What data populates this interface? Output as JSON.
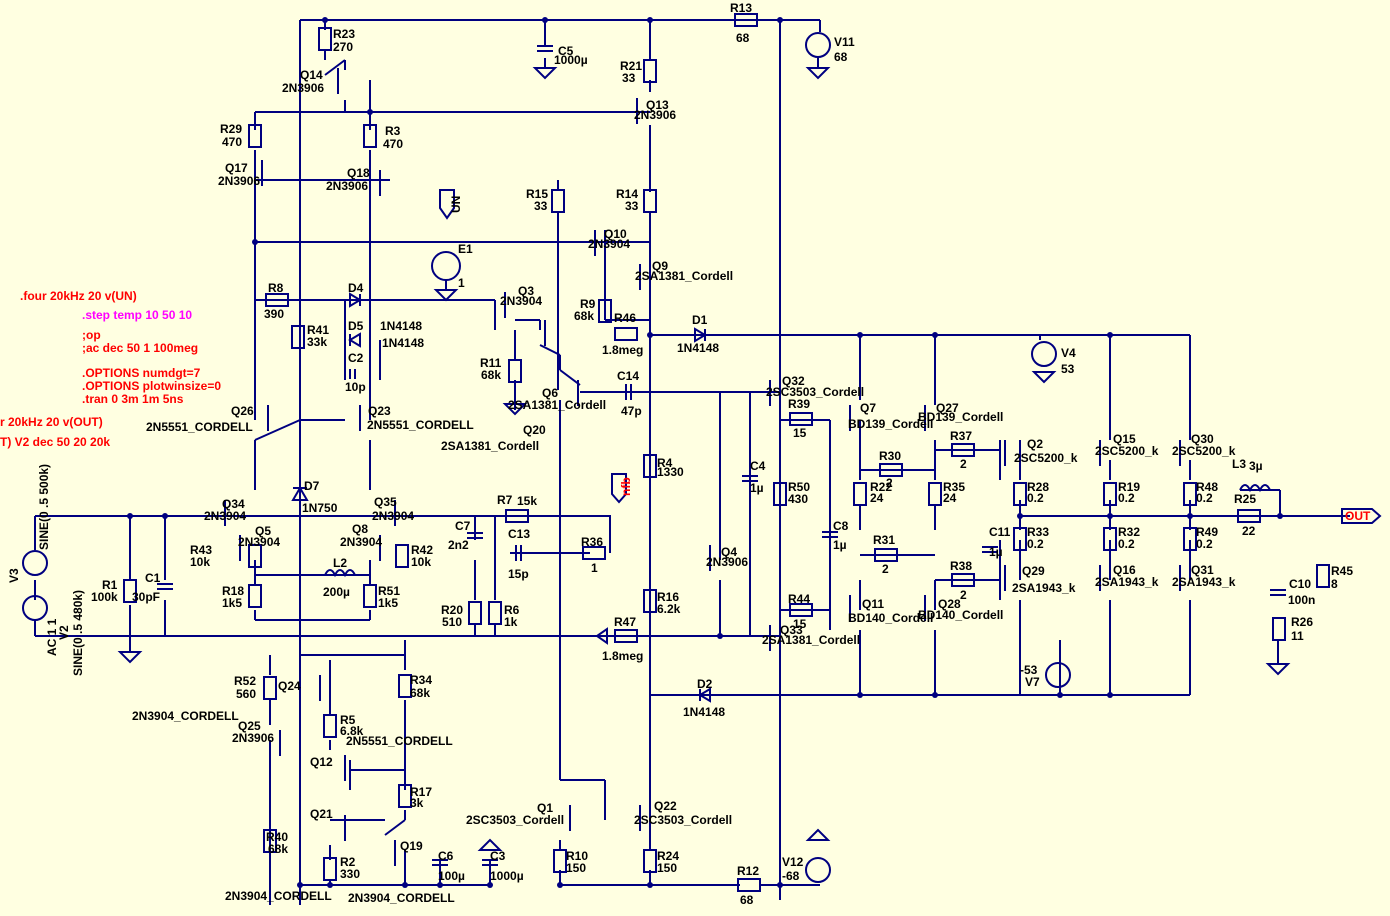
{
  "directives": [
    {
      "id": "four",
      "text": ".four 20kHz 20 v(UN)",
      "color": "#ff0000"
    },
    {
      "id": "step",
      "text": ".step temp 10 50 10",
      "color": "#ff00ff"
    },
    {
      "id": "op",
      "text": ";op",
      "color": "#ff0000"
    },
    {
      "id": "ac",
      "text": ";ac dec 50 1 100meg",
      "color": "#ff0000"
    },
    {
      "id": "opt1",
      "text": ".OPTIONS numdgt=7",
      "color": "#ff0000"
    },
    {
      "id": "opt2",
      "text": ".OPTIONS plotwinsize=0",
      "color": "#ff0000"
    },
    {
      "id": "tran",
      "text": ".tran 0 3m 1m 5ns",
      "color": "#ff0000"
    },
    {
      "id": "four2",
      "text": "r 20kHz 20 v(OUT)",
      "color": "#ff0000"
    },
    {
      "id": "ac2",
      "text": "T) V2 dec 50 20 20k",
      "color": "#ff0000"
    }
  ],
  "labels": {
    "R23": "R23",
    "R23v": "270",
    "Q14": "Q14",
    "Q14v": "2N3906",
    "R29": "R29",
    "R29v": "470",
    "Q17": "Q17",
    "Q17v": "2N3906",
    "R3": "R3",
    "R3v": "470",
    "Q18": "Q18",
    "Q18v": "2N3906",
    "C5": "C5",
    "C5v": "1000µ",
    "R21": "R21",
    "R21v": "33",
    "Q13": "Q13",
    "Q13v": "2N3906",
    "R13": "R13",
    "R13v": "68",
    "V11": "V11",
    "V11v": "68",
    "R15": "R15",
    "R15v": "33",
    "R14": "R14",
    "R14v": "33",
    "Q10": "Q10",
    "Q10v": "2N3904",
    "Q9": "Q9",
    "Q9v": "2SA1381_Cordell",
    "UN": "UN",
    "E1": "E1",
    "E1v": "1",
    "R8": "R8",
    "R8v": "390",
    "D4": "D4",
    "D4v": "1N4148",
    "D5": "D5",
    "D5v": "1N4148",
    "C2": "C2",
    "C2v": "10p",
    "R41": "R41",
    "R41v": "33k",
    "Q3": "Q3",
    "Q3v": "2N3904",
    "R9": "R9",
    "R9v": "68k",
    "R46": "R46",
    "R46v": "1.8meg",
    "D1": "D1",
    "D1v": "1N4148",
    "V4": "V4",
    "V4v": "53",
    "R11": "R11",
    "R11v": "68k",
    "Q6": "Q6",
    "Q6v": "2SA1381_Cordell",
    "C14": "C14",
    "C14v": "47p",
    "Q32": "Q32",
    "Q32v": "2SC3503_Cordell",
    "R39": "R39",
    "R39v": "15",
    "Q7": "Q7",
    "Q7v": "BD139_Cordell",
    "Q27": "Q27",
    "Q27v": "BD139_Cordell",
    "R37": "R37",
    "R37v": "2",
    "Q2": "Q2",
    "Q2v": "2SC5200_k",
    "Q15": "Q15",
    "Q15v": "2SC5200_k",
    "Q30": "Q30",
    "Q30v": "2SC5200_k",
    "Q26": "Q26",
    "Q26v": "2N5551_CORDELL",
    "Q23": "Q23",
    "Q23v": "2N5551_CORDELL",
    "Q20": "Q20",
    "Q20v": "2SA1381_Cordell",
    "R4": "R4",
    "R4v": "1330",
    "C4": "C4",
    "C4v": "1µ",
    "R50": "R50",
    "R50v": "430",
    "R30": "R30",
    "R30v": "2",
    "R22": "R22",
    "R22v": "24",
    "R35": "R35",
    "R35v": "24",
    "R28": "R28",
    "R28v": "0.2",
    "R19": "R19",
    "R19v": "0.2",
    "R48": "R48",
    "R48v": "0.2",
    "L3": "L3",
    "L3v": "3µ",
    "R25": "R25",
    "R25v": "22",
    "OUT": "OUT",
    "D7": "D7",
    "D7v": "1N750",
    "Q34": "Q34",
    "Q34v": "2N3904",
    "Q35": "Q35",
    "Q35v": "2N3904",
    "Q5": "Q5",
    "Q5v": "2N3904",
    "Q8": "Q8",
    "Q8v": "2N3904",
    "R7": "R7",
    "R7v": "15k",
    "nfb": "nfb",
    "C7": "C7",
    "C7v": "2n2",
    "C13": "C13",
    "C13v": "15p",
    "R36": "R36",
    "R36v": "1",
    "Q4": "Q4",
    "Q4v": "2N3906",
    "C8": "C8",
    "C8v": "1µ",
    "R31": "R31",
    "R31v": "2",
    "C11": "C11",
    "C11v": "1µ",
    "R33": "R33",
    "R33v": "0.2",
    "R32": "R32",
    "R32v": "0.2",
    "R49": "R49",
    "R49v": "0.2",
    "R38": "R38",
    "R38v": "2",
    "Q29": "Q29",
    "Q29v": "2SA1943_k",
    "Q16": "Q16",
    "Q16v": "2SA1943_k",
    "Q31": "Q31",
    "Q31v": "2SA1943_k",
    "R45": "R45",
    "R45v": "8",
    "V3": "V3",
    "V3v": "SINE(0 .5 500k)",
    "R43": "R43",
    "R43v": "10k",
    "R42": "R42",
    "R42v": "10k",
    "R1": "R1",
    "R1v": "100k",
    "C1": "C1",
    "C1v": "30pF",
    "R18": "R18",
    "R18v": "1k5",
    "L2": "L2",
    "L2v": "200µ",
    "R51": "R51",
    "R51v": "1k5",
    "R20": "R20",
    "R20v": "510",
    "R6": "R6",
    "R6v": "1k",
    "R16": "R16",
    "R16v": "6.2k",
    "R44": "R44",
    "R44v": "15",
    "Q11": "Q11",
    "Q11v": "BD140_Cordell",
    "Q28": "Q28",
    "Q28v": "BD140_Cordell",
    "Q33": "Q33",
    "Q33v": "2SA1381_Cordell",
    "R47": "R47",
    "R47v": "1.8meg",
    "C10": "C10",
    "C10v": "100n",
    "R26": "R26",
    "R26v": "11",
    "V2": "V2",
    "V2v": "SINE(0 .5 480k)",
    "AC": "AC 1 1",
    "V7": "V7",
    "V7v": "-53",
    "R52": "R52",
    "R52v": "560",
    "Q24": "Q24",
    "Q24v": "2N3904_CORDELL",
    "Q25": "Q25",
    "Q25v": "2N3906",
    "R34": "R34",
    "R34v": "68k",
    "R5": "R5",
    "R5v": "6.8k",
    "Q12": "Q12",
    "Q12v": "2N5551_CORDELL",
    "D2": "D2",
    "D2v": "1N4148",
    "R17": "R17",
    "R17v": "3k",
    "Q21": "Q21",
    "Q19": "Q19",
    "R40": "R40",
    "R40v": "68k",
    "R2": "R2",
    "R2v": "330",
    "C6": "C6",
    "C6v": "100µ",
    "C3": "C3",
    "C3v": "1000µ",
    "Q1": "Q1",
    "Q1v": "2SC3503_Cordell",
    "Q22": "Q22",
    "Q22v": "2SC3503_Cordell",
    "R10": "R10",
    "R10v": "150",
    "R24": "R24",
    "R24v": "150",
    "R12": "R12",
    "R12v": "68",
    "V12": "V12",
    "V12v": "-68",
    "Q21v": "2N3904_CORDELL",
    "Q19v": "2N3904_CORDELL"
  }
}
